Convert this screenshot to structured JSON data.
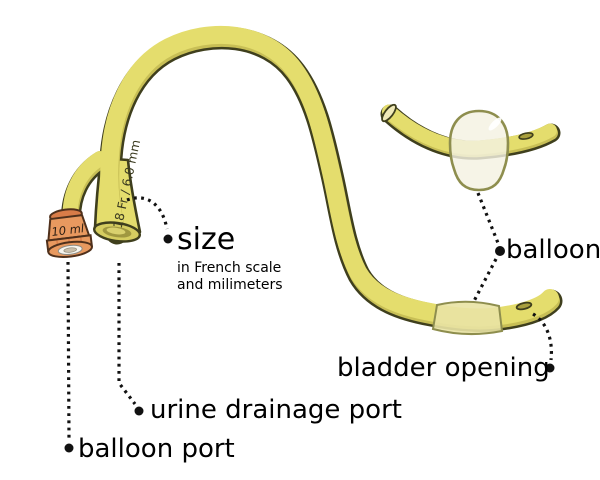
{
  "labels": {
    "size": "size",
    "size_sub1": "in French scale",
    "size_sub2": "and milimeters",
    "balloon": "balloon",
    "bladder_opening": "bladder opening",
    "urine_drainage_port": "urine drainage port",
    "balloon_port": "balloon port"
  },
  "annotations": {
    "tube_size": "18 Fr / 6.0 mm",
    "valve_volume": "10 ml"
  },
  "colors": {
    "background": "#ffffff",
    "tube_fill": "#e4dd6d",
    "tube_shade": "#c8bf56",
    "tube_outline": "#3f3f1d",
    "balloon_fill": "#f4f1e2",
    "balloon_outline": "#8e8e4e",
    "band_fill": "#e9e3a4",
    "valve_fill": "#e8995f",
    "valve_shade": "#d87c48",
    "valve_outline": "#4f301b",
    "opening_ring": "#d5cd60",
    "opening_inner": "#a09840",
    "opening_highlight": "#d9d16e",
    "notch_fill": "#a89f3d",
    "cut_face": "#efe9b8",
    "leader_color": "#111111",
    "text_color": "#000000"
  }
}
